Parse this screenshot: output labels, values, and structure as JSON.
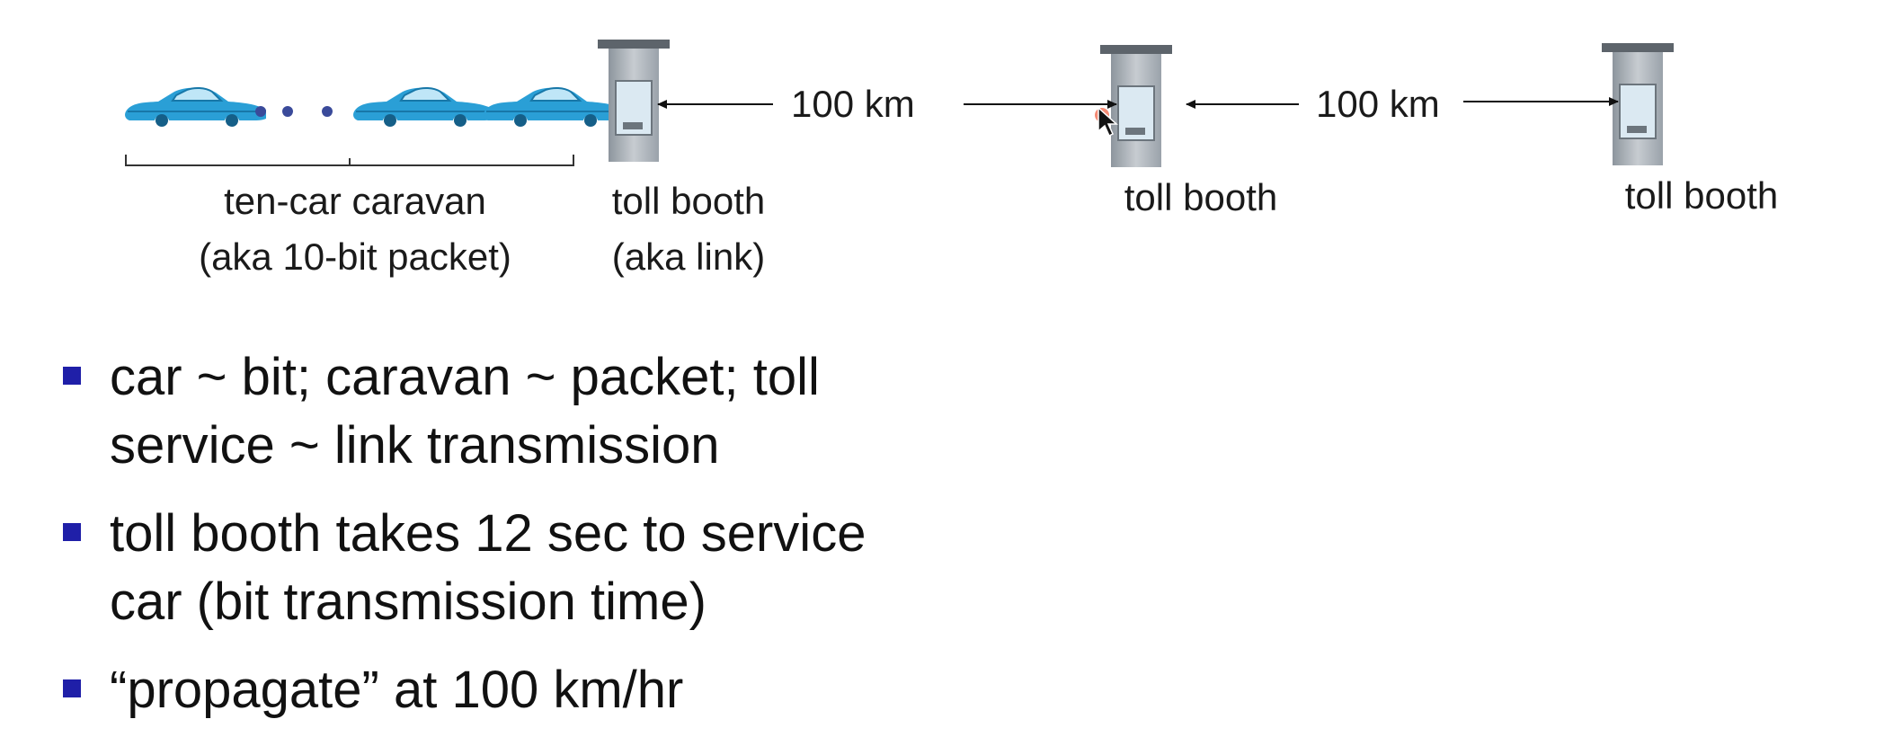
{
  "diagram": {
    "caravan_label_line1": "ten-car caravan",
    "caravan_label_line2": "(aka 10-bit packet)",
    "booth1_label_line1": "toll  booth",
    "booth1_label_line2": "(aka link)",
    "booth2_label": "toll booth",
    "booth3_label": "toll booth",
    "distance1_label": "100 km",
    "distance2_label": "100 km",
    "icons": [
      "car-icon",
      "toll-booth-icon",
      "mouse-cursor-icon"
    ],
    "colors": {
      "car": "#2a9fd6",
      "dots": "#3a4a9a",
      "booth": "#a8b0b8",
      "bullet": "#1f1fa8"
    }
  },
  "bullets": [
    {
      "line1": "car ~ bit; caravan ~ packet; toll",
      "line2": "service ~ link transmission"
    },
    {
      "line1": "toll booth takes 12 sec to service",
      "line2": "car (bit transmission time)"
    },
    {
      "line1": "“propagate” at  100 km/hr"
    }
  ]
}
